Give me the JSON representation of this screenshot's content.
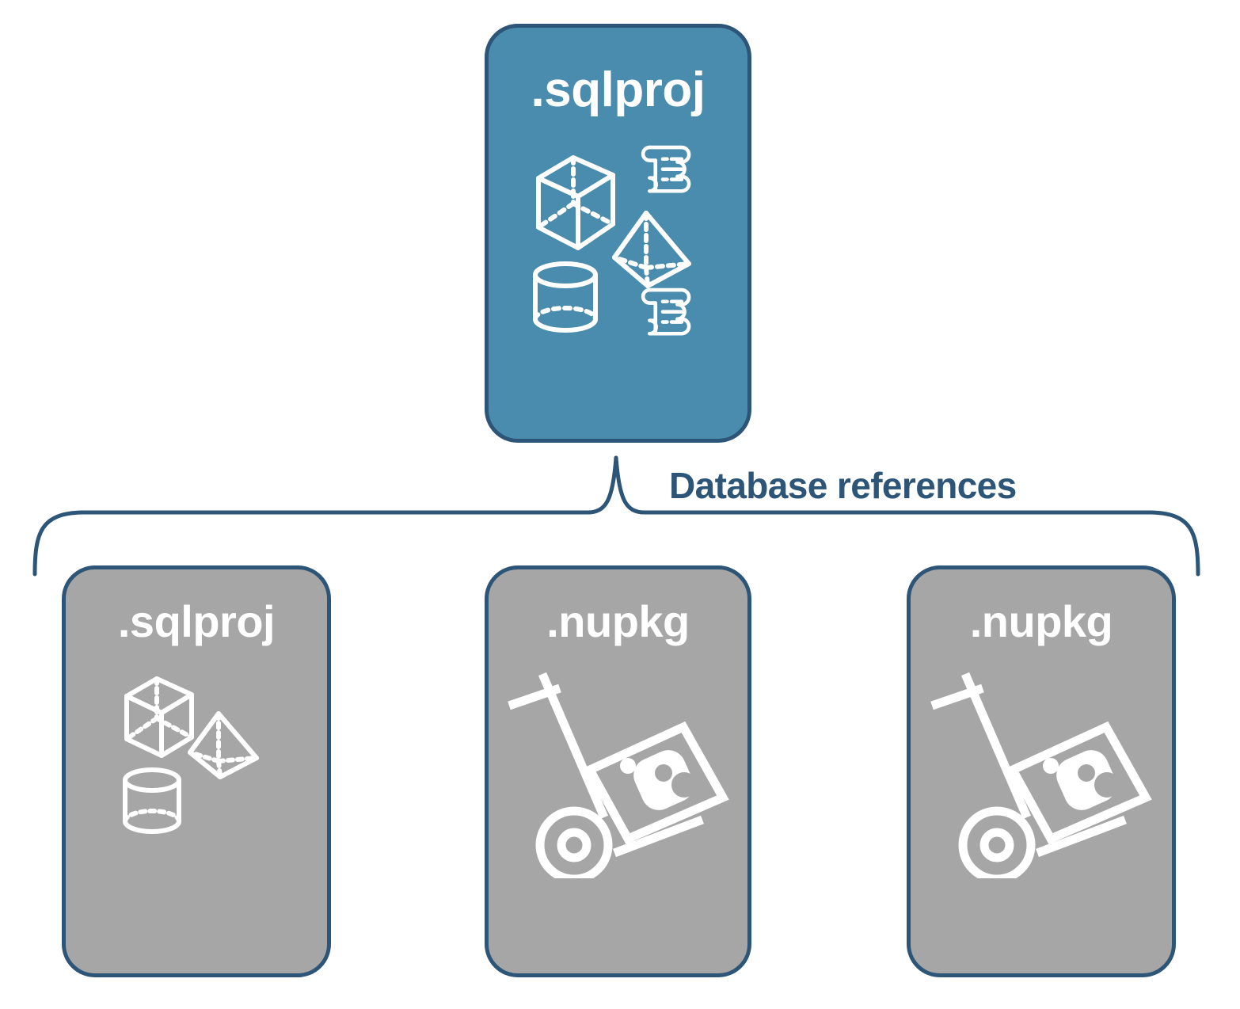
{
  "diagram": {
    "title_text": "Database references",
    "colors": {
      "root_card_fill": "#4a8cae",
      "reference_card_fill": "#a6a6a6",
      "border": "#2c5578",
      "label_text": "#2c5578",
      "card_text": "#ffffff",
      "background": "#ffffff"
    },
    "root_card": {
      "label": ".sqlproj",
      "icons": [
        "cube-wireframe-icon",
        "pyramid-wireframe-icon",
        "cylinder-wireframe-icon",
        "script-scroll-icon",
        "script-scroll-icon"
      ]
    },
    "connector": {
      "label": "Database references",
      "style": "curly-brace",
      "children_count": 3
    },
    "reference_cards": [
      {
        "label": ".sqlproj",
        "icons": [
          "cube-wireframe-icon",
          "pyramid-wireframe-icon",
          "cylinder-wireframe-icon"
        ]
      },
      {
        "label": ".nupkg",
        "icons": [
          "nuget-hand-truck-package-icon"
        ]
      },
      {
        "label": ".nupkg",
        "icons": [
          "nuget-hand-truck-package-icon"
        ]
      }
    ]
  }
}
